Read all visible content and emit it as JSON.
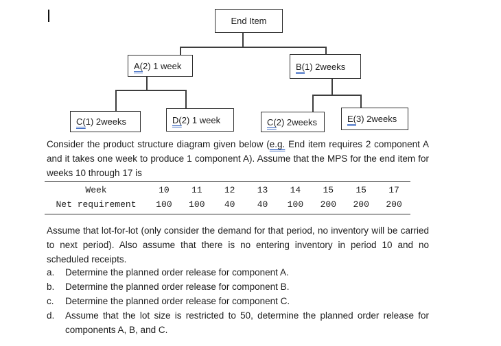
{
  "diagram": {
    "nodes": {
      "end_item": {
        "label": "End Item"
      },
      "a": {
        "prefix": "A(",
        "rest": "2) 1 week"
      },
      "b": {
        "prefix": "B(",
        "rest": "1) 2weeks"
      },
      "c1": {
        "prefix": "C(",
        "rest": "1) 2weeks"
      },
      "d": {
        "prefix": "D(",
        "rest": "2) 1 week"
      },
      "c2": {
        "prefix": "C(",
        "rest": "2) 2weeks"
      },
      "e": {
        "prefix": "E(",
        "rest": "3) 2weeks"
      }
    }
  },
  "intro": {
    "before": "Consider the product structure diagram given below (",
    "underlined": "e.g.",
    "after": " End item requires 2 component A and it takes one week to produce 1 component A). Assume that the MPS for the end item for weeks 10 through 17 is"
  },
  "table": {
    "row1_label": "Week",
    "row1_values": [
      "10",
      "11",
      "12",
      "13",
      "14",
      "15",
      "15",
      "17"
    ],
    "row2_label": "Net requirement",
    "row2_values": [
      "100",
      "100",
      "40",
      "40",
      "100",
      "200",
      "200",
      "200"
    ]
  },
  "assumption": "Assume that lot-for-lot (only consider the demand for that period, no inventory will be carried to next period). Also assume that there is no entering inventory in period 10 and no scheduled receipts.",
  "questions": [
    {
      "marker": "a.",
      "text": "Determine the planned order release for component A."
    },
    {
      "marker": "b.",
      "text": "Determine the planned order release for component B."
    },
    {
      "marker": "c.",
      "text": "Determine the planned order release for component C."
    },
    {
      "marker": "d.",
      "text": "Assume that the lot size is restricted to 50, determine the planned order release for components A, B, and C."
    }
  ],
  "colors": {
    "grammar_underline": "#3f6cc4",
    "text": "#1c1c1c",
    "line": "#3d3d3d",
    "background": "#ffffff"
  }
}
